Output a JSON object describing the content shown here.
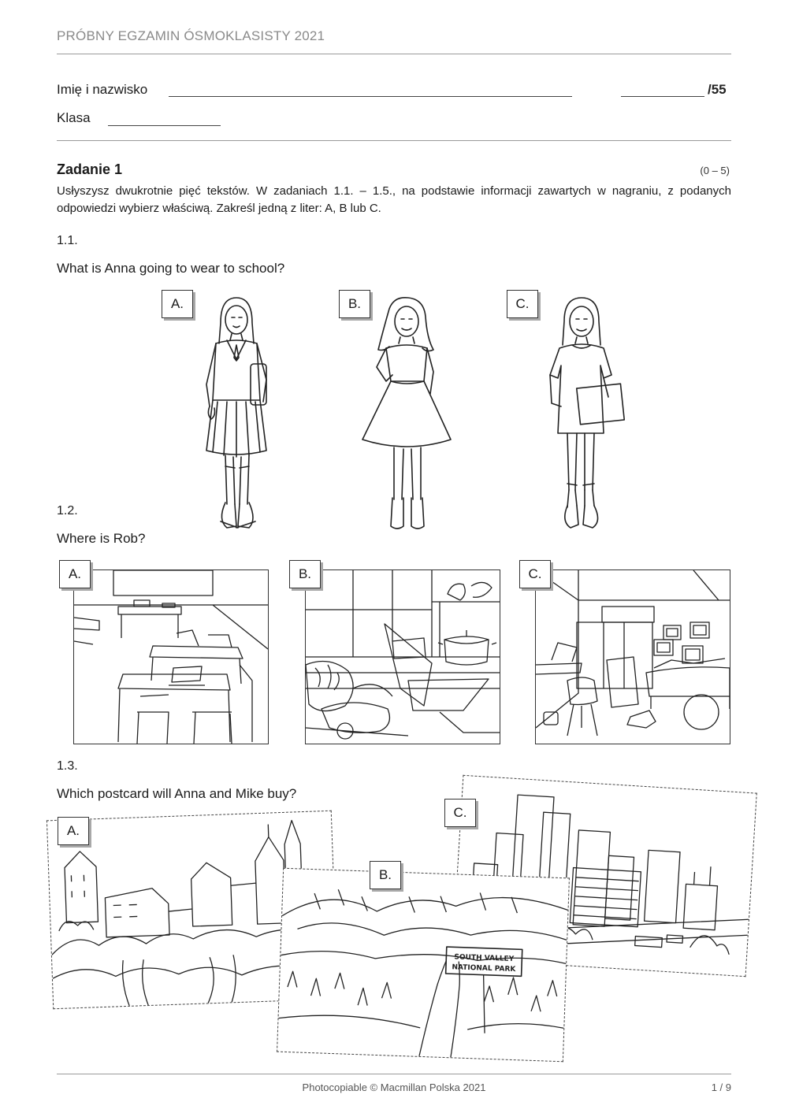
{
  "header": {
    "title": "PRÓBNY EGZAMIN ÓSMOKLASISTY 2021"
  },
  "student": {
    "name_label": "Imię i nazwisko",
    "class_label": "Klasa",
    "score_label": "/55"
  },
  "task": {
    "title": "Zadanie 1",
    "points": "(0 – 5)",
    "instruction": "Usłyszysz dwukrotnie pięć tekstów. W zadaniach 1.1. – 1.5., na podstawie informacji zawartych w nagraniu, z podanych odpowiedzi wybierz właściwą. Zakreśl jedną z liter: A, B lub C."
  },
  "questions": [
    {
      "number": "1.1.",
      "text": "What is Anna going to wear to school?",
      "options": [
        "A.",
        "B.",
        "C."
      ]
    },
    {
      "number": "1.2.",
      "text": "Where is Rob?",
      "options": [
        "A.",
        "B.",
        "C."
      ]
    },
    {
      "number": "1.3.",
      "text": "Which postcard will Anna and Mike buy?",
      "options": [
        "A.",
        "B.",
        "C."
      ]
    }
  ],
  "postcard_b": {
    "sign_line1": "SOUTH VALLEY",
    "sign_line2": "NATIONAL PARK"
  },
  "footer": {
    "copyright": "Photocopiable © Macmillan Polska 2021",
    "page": "1 / 9"
  },
  "icons": [
    "girl-school-uniform-icon",
    "girl-dress-icon",
    "girl-tshirt-dress-icon",
    "classroom-icon",
    "kitchen-icon",
    "bedroom-icon",
    "city-castle-icon",
    "national-park-icon",
    "skyscrapers-icon"
  ]
}
